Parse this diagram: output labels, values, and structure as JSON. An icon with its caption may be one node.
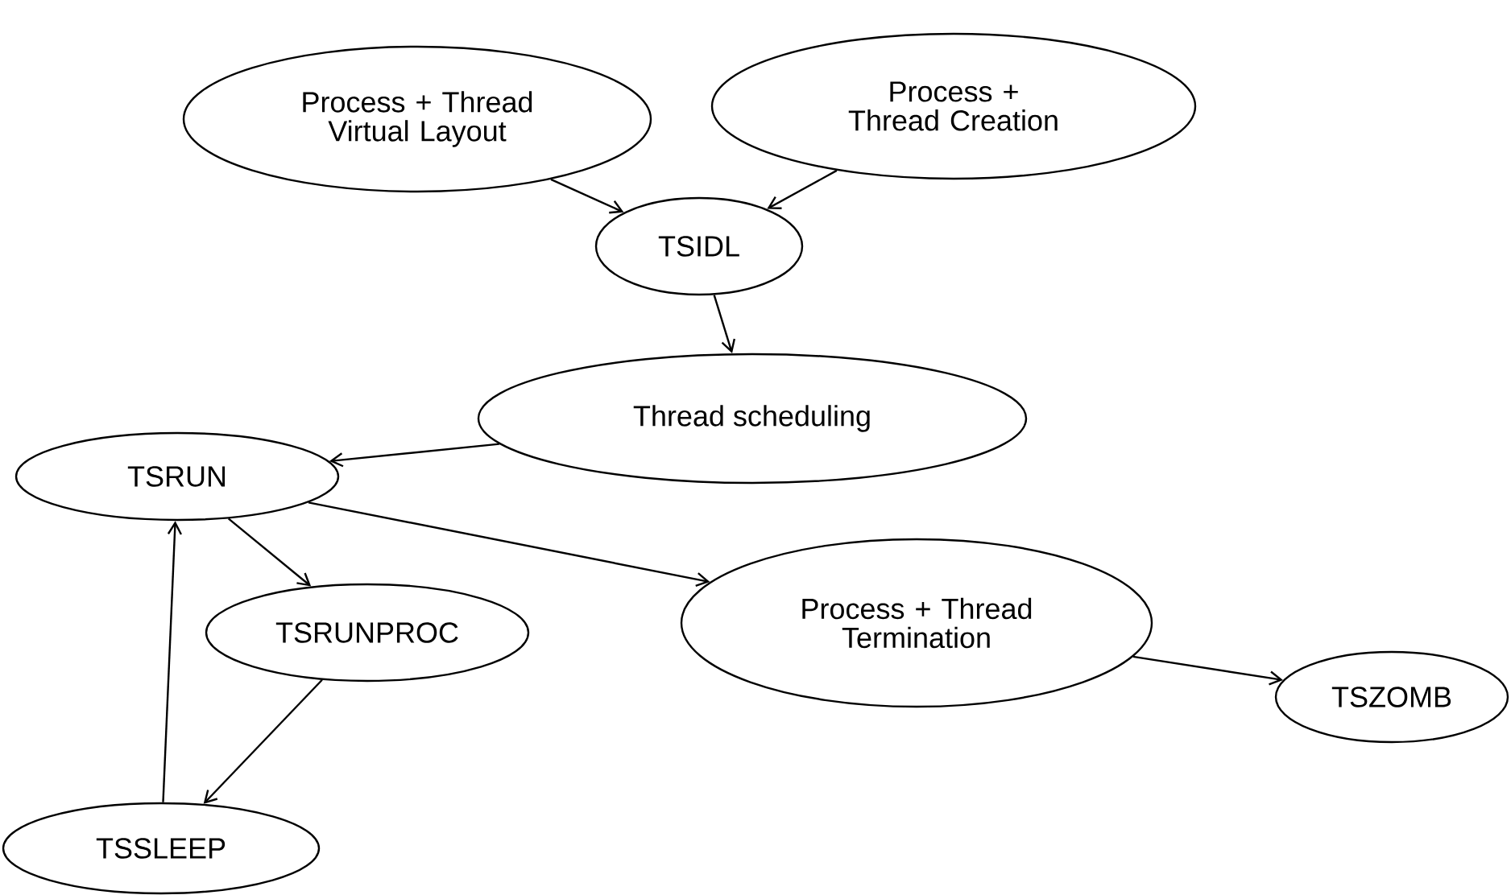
{
  "diagram": {
    "nodes": [
      {
        "text": [
          "Process + Thread Virtual Layout"
        ]
      },
      {
        "text": [
          "Process + Thread Creation"
        ]
      },
      {
        "text": [
          "TSIDL"
        ]
      },
      {
        "text": [
          "Thread scheduling"
        ]
      },
      {
        "text": [
          "TSRUN"
        ]
      },
      {
        "text": [
          "TSRUNPROC"
        ]
      },
      {
        "text": [
          "Process + Thread Termination"
        ]
      },
      {
        "text": [
          "TSZOMB"
        ]
      },
      {
        "text": [
          "TSSLEEP"
        ]
      }
    ],
    "edges": [
      {
        "from": 0,
        "to": 2,
        "arrow": "to"
      },
      {
        "from": 1,
        "to": 2,
        "arrow": "to"
      },
      {
        "from": 2,
        "to": 3,
        "arrow": "to"
      },
      {
        "from": 3,
        "to": 4,
        "arrow": "to"
      },
      {
        "from": 4,
        "to": 5,
        "arrow": "to"
      },
      {
        "from": 4,
        "to": 6,
        "arrow": "to"
      },
      {
        "from": 6,
        "to": 7,
        "arrow": "to"
      },
      {
        "from": 5,
        "to": 8,
        "arrow": "to"
      },
      {
        "from": 8,
        "to": 4,
        "arrow": "to"
      }
    ]
  }
}
